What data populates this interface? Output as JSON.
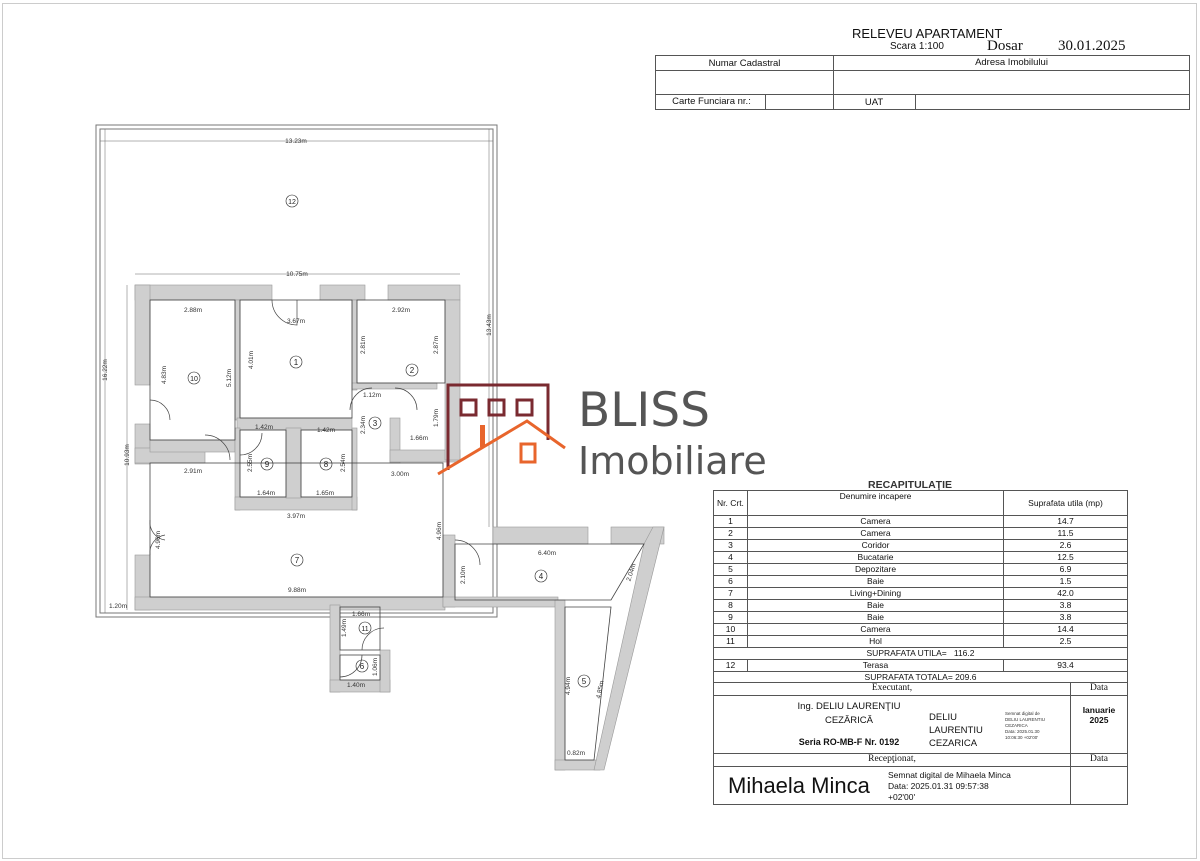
{
  "header": {
    "title": "RELEVEU APARTAMENT",
    "scale": "Scara 1:100",
    "dosar_label": "Dosar",
    "date": "30.01.2025",
    "numar_cadastral_label": "Numar Cadastral",
    "adresa_label": "Adresa Imobilului",
    "carte_funciara_label": "Carte Funciara nr.:",
    "uat_label": "UAT"
  },
  "logo": {
    "brand": "BLISS",
    "sub": "Imobiliare",
    "colors": {
      "house": "#7a2a30",
      "roof": "#e8652c",
      "text": "#555555"
    }
  },
  "plan": {
    "rooms": [
      "1",
      "2",
      "3",
      "4",
      "5",
      "6",
      "7",
      "8",
      "9",
      "10",
      "11",
      "12"
    ],
    "dims": {
      "terrace_width": "13.23m",
      "terrace_right": "13.43m",
      "terrace_left": "16.22m",
      "terrace_bottom": "1.20m",
      "apt_width": "10.75m",
      "apt_left": "10.93m",
      "r10_w": "2.88m",
      "r10_h": "4.83m",
      "r10_h2": "5.12m",
      "r10_b": "2.91m",
      "r1_w": "3.67m",
      "r1_h": "4.01m",
      "r2_w": "2.92m",
      "r2_h": "2.81m",
      "r2_h2": "2.87m",
      "r2_h3": "1.79m",
      "r2_b": "1.66m",
      "r3_w": "1.12m",
      "r3_h": "2.34m",
      "r9_w": "1.42m",
      "r9_h": "2.55m",
      "r9_b": "1.64m",
      "r8_w": "1.42m",
      "r8_h": "2.54m",
      "r8_b": "1.65m",
      "baths_w": "3.97m",
      "r7_top": "3.00m",
      "r7_l": "4.96m",
      "r7_r": "4.96m",
      "r7_w": "9.88m",
      "r4_w": "6.40m",
      "r4_h": "2.10m",
      "r4_d": "2.04m",
      "r11_w": "1.66m",
      "r11_h": "1.49m",
      "r6_w": "1.40m",
      "r6_h": "1.06m",
      "r5_h": "4.94m",
      "r5_d": "4.85m",
      "r5_b": "0.82m"
    }
  },
  "recap": {
    "title": "RECAPITULAŢIE",
    "headers": [
      "Nr. Crt.",
      "Denumire incapere",
      "Suprafata utila (mp)"
    ],
    "rows": [
      {
        "nr": "1",
        "name": "Camera",
        "area": "14.7"
      },
      {
        "nr": "2",
        "name": "Camera",
        "area": "11.5"
      },
      {
        "nr": "3",
        "name": "Coridor",
        "area": "2.6"
      },
      {
        "nr": "4",
        "name": "Bucatarie",
        "area": "12.5"
      },
      {
        "nr": "5",
        "name": "Depozitare",
        "area": "6.9"
      },
      {
        "nr": "6",
        "name": "Baie",
        "area": "1.5"
      },
      {
        "nr": "7",
        "name": "Living+Dining",
        "area": "42.0"
      },
      {
        "nr": "8",
        "name": "Baie",
        "area": "3.8"
      },
      {
        "nr": "9",
        "name": "Baie",
        "area": "3.8"
      },
      {
        "nr": "10",
        "name": "Camera",
        "area": "14.4"
      },
      {
        "nr": "11",
        "name": "Hol",
        "area": "2.5"
      }
    ],
    "utila_label": "SUPRAFATA UTILA=",
    "utila_value": "116.2",
    "terrace": {
      "nr": "12",
      "name": "Terasa",
      "area": "93.4"
    },
    "totala_label": "SUPRAFATA TOTALA=",
    "totala_value": "209.6"
  },
  "signatures": {
    "executant_label": "Executant,",
    "data_label": "Data",
    "engineer_line1": "Ing. DELIU LAURENŢIU",
    "engineer_line2": "CEZĂRICĂ",
    "series": "Seria RO-MB-F Nr. 0192",
    "signer_name_1": "DELIU",
    "signer_name_2": "LAURENTIU",
    "signer_name_3": "CEZARICA",
    "digital_1": "Semnat digital de",
    "digital_2": "DELIU LAURENTIU",
    "digital_3": "CEZARICA",
    "digital_4": "Data: 2025.01.30",
    "digital_5": "10:06:30 +02'00'",
    "exec_date_1": "Ianuarie",
    "exec_date_2": "2025",
    "receptionat_label": "Recepţionat,",
    "data_label_2": "Data",
    "receiver_name": "Mihaela Minca",
    "receiver_digital_1": "Semnat digital de Mihaela Minca",
    "receiver_digital_2": "Data: 2025.01.31 09:57:38",
    "receiver_digital_3": "+02'00'"
  }
}
